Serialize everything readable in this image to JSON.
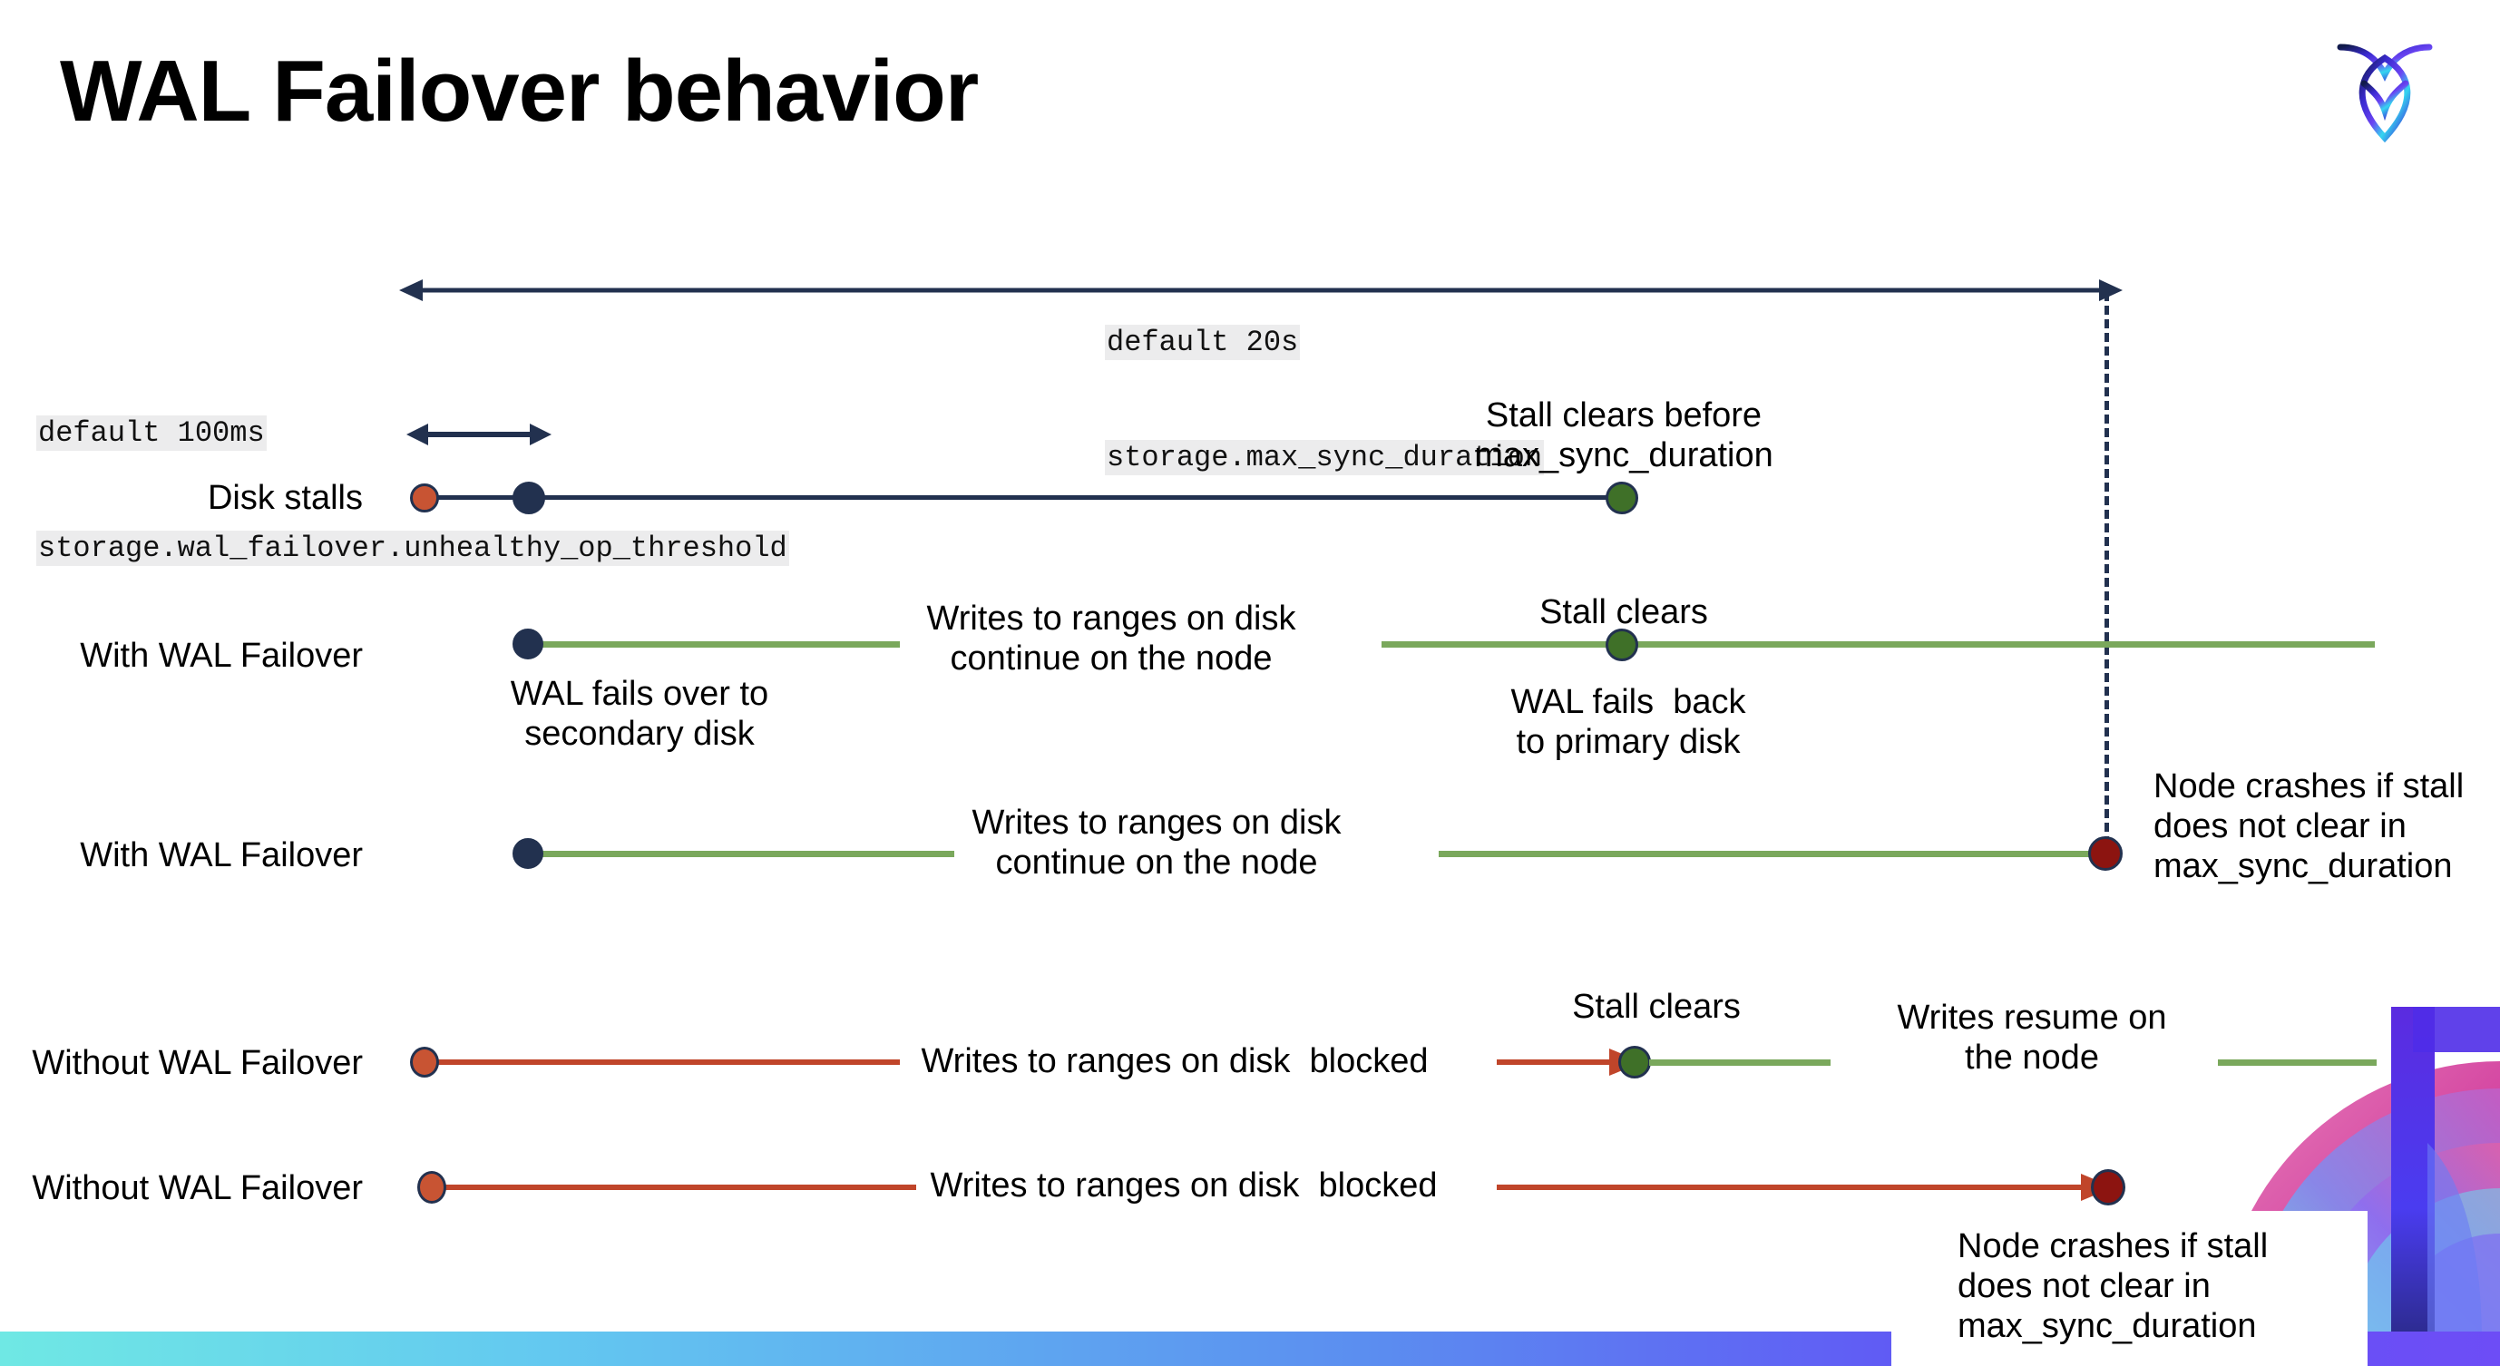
{
  "slide": {
    "title": "WAL Failover behavior",
    "logo_icon": "cockroach-labs-logo-icon"
  },
  "settings": {
    "max_sync": {
      "default_label": "default 20s",
      "setting_name": "storage.max_sync_duration"
    },
    "unhealthy_op": {
      "default_label": "default 100ms",
      "setting_name": "storage.wal_failover.unhealthy_op_threshold"
    }
  },
  "rows": [
    {
      "id": "disk-stalls",
      "label": "Disk stalls",
      "annotation": "Stall clears before\nmax_sync_duration"
    },
    {
      "id": "with-wal-failover-1",
      "label": "With WAL Failover",
      "start_note": "WAL fails over to\nsecondary disk",
      "mid_note": "Writes to ranges on disk\ncontinue on the node",
      "clear_note": "Stall clears",
      "end_note": "WAL fails  back\nto primary disk"
    },
    {
      "id": "with-wal-failover-2",
      "label": "With WAL Failover",
      "mid_note": "Writes to ranges on disk\ncontinue on the node",
      "crash_note": "Node crashes if stall\ndoes not clear in\nmax_sync_duration"
    },
    {
      "id": "without-wal-failover-1",
      "label": "Without WAL Failover",
      "mid_note": "Writes to ranges on disk  blocked",
      "clear_note": "Stall clears",
      "resume_note": "Writes resume on\nthe node"
    },
    {
      "id": "without-wal-failover-2",
      "label": "Without WAL Failover",
      "mid_note": "Writes to ranges on disk  blocked",
      "crash_note": "Node crashes if stall\ndoes not clear in\nmax_sync_duration"
    }
  ],
  "colors": {
    "navy": "#22314f",
    "green_line": "#7aa85c",
    "green_dot": "#3f7028",
    "orange_line": "#c0452a",
    "orange_dot": "#c85433",
    "dark_red_dot": "#8c1410",
    "code_bg": "#ececed"
  }
}
